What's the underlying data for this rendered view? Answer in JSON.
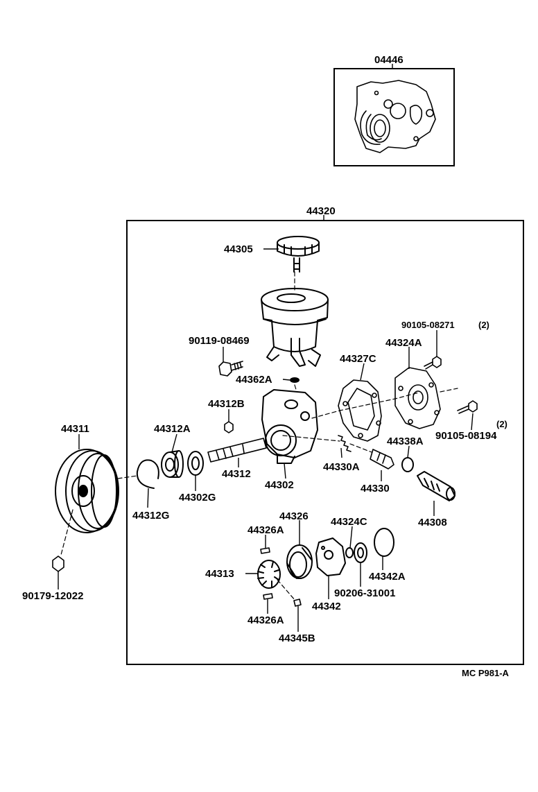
{
  "kit": {
    "part_number": "04446"
  },
  "assembly": {
    "part_number": "44320"
  },
  "parts": {
    "p44305": "44305",
    "p90119_08469": "90119-08469",
    "p90105_08271": "90105-08271",
    "p90105_08271_qty": "(2)",
    "p44324A": "44324A",
    "p44327C": "44327C",
    "p44362A": "44362A",
    "p44312B": "44312B",
    "p44311": "44311",
    "p44312A": "44312A",
    "p90105_08194": "90105-08194",
    "p90105_08194_qty": "(2)",
    "p44338A": "44338A",
    "p44312": "44312",
    "p44330A": "44330A",
    "p44302": "44302",
    "p44302G": "44302G",
    "p44330": "44330",
    "p44312G": "44312G",
    "p44308": "44308",
    "p44326": "44326",
    "p44324C": "44324C",
    "p44326A_top": "44326A",
    "p44313": "44313",
    "p44342A": "44342A",
    "p90206_31001": "90206-31001",
    "p44342": "44342",
    "p90179_12022": "90179-12022",
    "p44326A_bottom": "44326A",
    "p44345B": "44345B"
  },
  "footer": {
    "diagram_code": "MC P981-A"
  },
  "colors": {
    "ink": "#000000",
    "paper": "#ffffff"
  }
}
